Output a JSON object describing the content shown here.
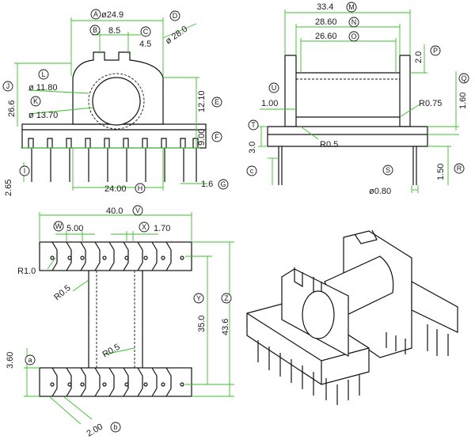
{
  "colors": {
    "dimension_line": "#3bbf2a",
    "outline": "#111111",
    "background": "#ffffff"
  },
  "front_view": {
    "dims": {
      "A": {
        "tag": "A",
        "text": "ø24.9"
      },
      "B": {
        "tag": "B",
        "text": "8.5"
      },
      "C": {
        "tag": "C",
        "text": "4.5"
      },
      "D": {
        "tag": "D",
        "text": "ø 28.0"
      },
      "L": {
        "tag": "L",
        "text": "ø 11.80"
      },
      "K": {
        "tag": "K",
        "text": "ø 13.70"
      },
      "J": {
        "tag": "J",
        "text": "26.6"
      },
      "E": {
        "tag": "E",
        "text": "12.10"
      },
      "F": {
        "tag": "F",
        "text": "9.00"
      },
      "I": {
        "tag": "I",
        "text": "2.65"
      },
      "H": {
        "tag": "H",
        "text": "24.00"
      },
      "G": {
        "tag": "G",
        "text": "1.6"
      }
    }
  },
  "side_view": {
    "dims": {
      "M": {
        "tag": "M",
        "text": "33.4"
      },
      "N": {
        "tag": "N",
        "text": "28.60"
      },
      "O": {
        "tag": "O",
        "text": "26.60"
      },
      "P": {
        "tag": "P",
        "text": "2.0"
      },
      "Q": {
        "tag": "Q",
        "text": "1.60"
      },
      "U": {
        "tag": "U",
        "text": "1.00"
      },
      "R075": {
        "tag": "",
        "text": "R0.75"
      },
      "T": {
        "tag": "T",
        "text": "3.0"
      },
      "R05": {
        "tag": "",
        "text": "R0.5"
      },
      "c": {
        "tag": "c",
        "text": ""
      },
      "S": {
        "tag": "S",
        "text": "ø0.80"
      },
      "R": {
        "tag": "R",
        "text": "1.50"
      }
    }
  },
  "bottom_view": {
    "dims": {
      "V": {
        "tag": "V",
        "text": "40.0"
      },
      "W": {
        "tag": "W",
        "text": "5.00"
      },
      "X": {
        "tag": "X",
        "text": "1.70"
      },
      "R10": {
        "tag": "",
        "text": "R1.0"
      },
      "R05a": {
        "tag": "",
        "text": "R0.5"
      },
      "R05b": {
        "tag": "",
        "text": "R0.5"
      },
      "Y": {
        "tag": "Y",
        "text": "35.0"
      },
      "Z": {
        "tag": "Z",
        "text": "43.6"
      },
      "a": {
        "tag": "a",
        "text": "3.60"
      },
      "b": {
        "tag": "b",
        "text": "2.00"
      }
    }
  }
}
